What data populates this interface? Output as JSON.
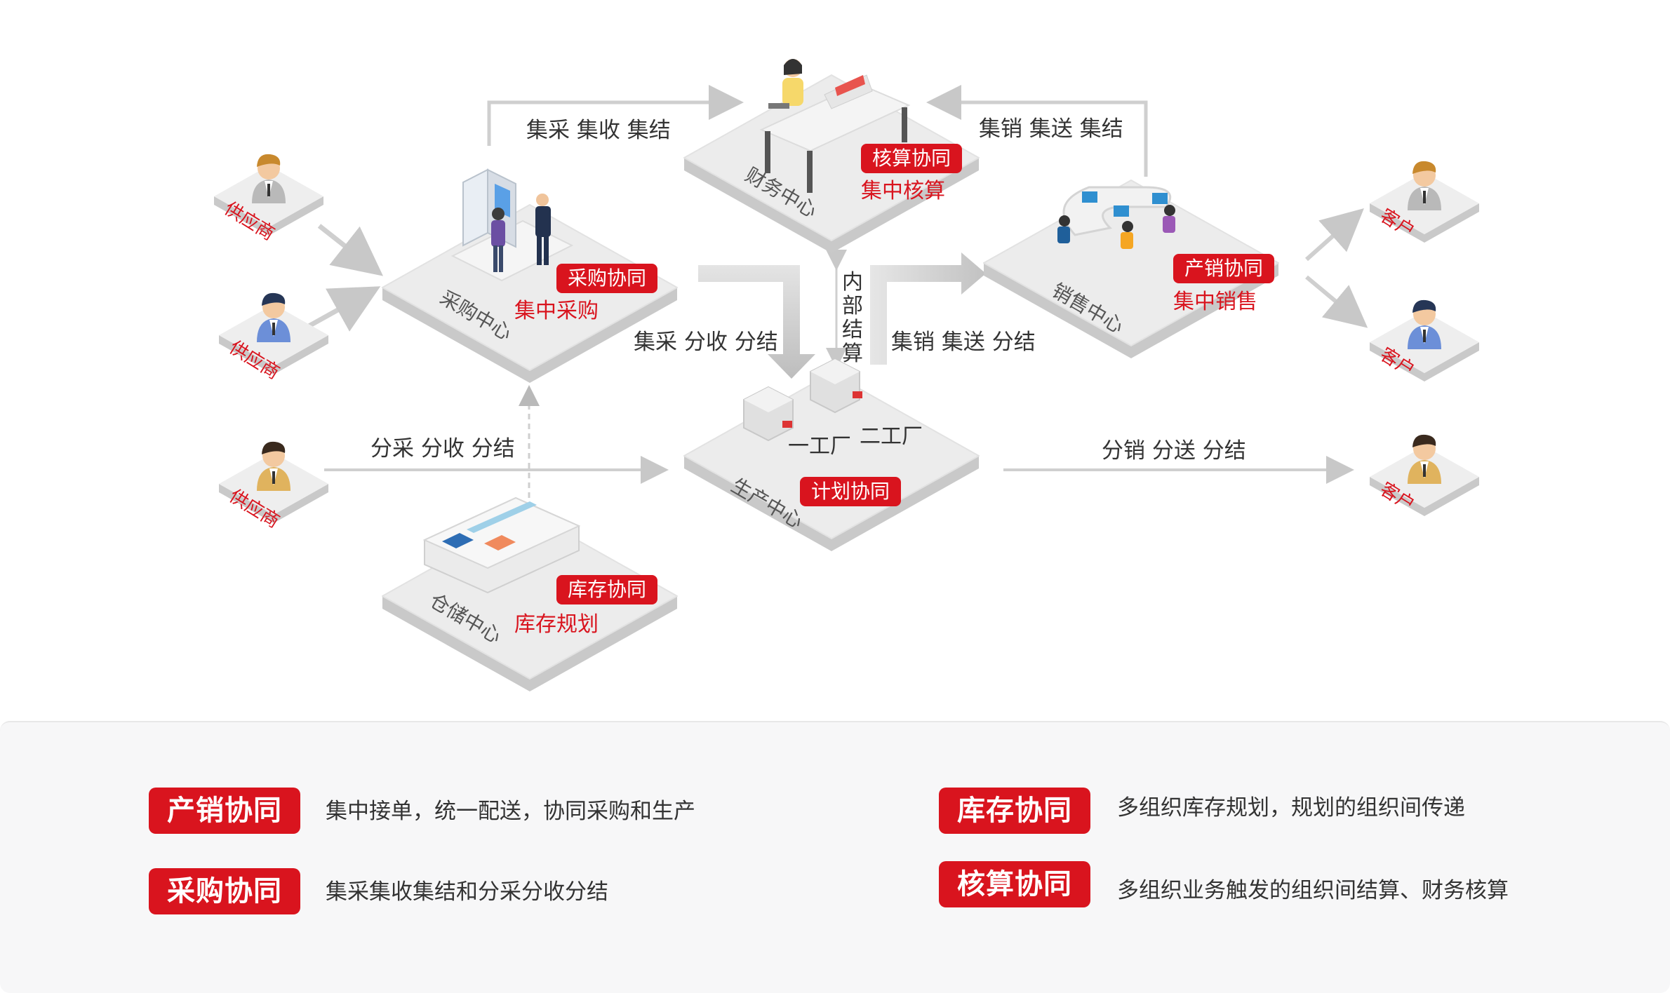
{
  "colors": {
    "accent": "#d9141e",
    "platform": "#ececec",
    "arrow": "#c8c8c8",
    "text": "#333333"
  },
  "diagram": {
    "centers": {
      "purchase": {
        "name": "采购中心",
        "badge": "采购协同",
        "subtitle": "集中采购"
      },
      "finance": {
        "name": "财务中心",
        "badge": "核算协同",
        "subtitle": "集中核算"
      },
      "sales": {
        "name": "销售中心",
        "badge": "产销协同",
        "subtitle": "集中销售"
      },
      "production": {
        "name": "生产中心",
        "badge": "计划协同",
        "factory1": "一工厂",
        "factory2": "二工厂"
      },
      "warehouse": {
        "name": "仓储中心",
        "badge": "库存协同",
        "subtitle": "库存规划"
      }
    },
    "suppliers": [
      "供应商",
      "供应商",
      "供应商"
    ],
    "customers": [
      "客户",
      "客户",
      "客户"
    ],
    "flows": {
      "purchase_to_finance": "集采 集收 集结",
      "sales_to_finance": "集销 集送 集结",
      "purchase_to_production": "集采 分收 分结",
      "sales_to_production": "集销 集送 分结",
      "internal": "内部结算",
      "supplier_to_production": "分采 分收 分结",
      "production_to_customer": "分销 分送 分结"
    },
    "icons": [
      "person-icon",
      "desk-icon",
      "monitor-icon",
      "factory-icon",
      "warehouse-icon",
      "arrow-icon"
    ]
  },
  "legend": [
    {
      "tag": "产销协同",
      "desc": "集中接单，统一配送，协同采购和生产"
    },
    {
      "tag": "采购协同",
      "desc": "集采集收集结和分采分收分结"
    },
    {
      "tag": "库存协同",
      "desc": "多组织库存规划，规划的组织间传递"
    },
    {
      "tag": "核算协同",
      "desc": "多组织业务触发的组织间结算、财务核算"
    }
  ]
}
